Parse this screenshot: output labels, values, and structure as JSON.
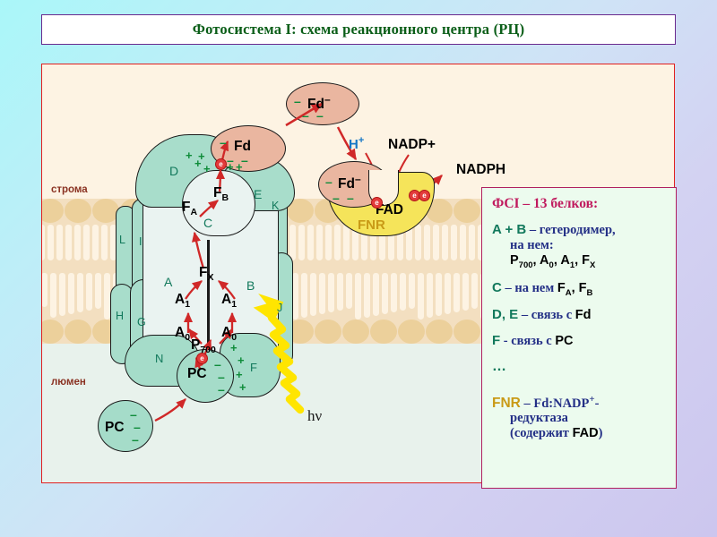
{
  "title": {
    "text": "Фотосистема I: схема реакционного центра (РЦ)"
  },
  "diagram": {
    "zones": {
      "stroma": "строма",
      "lumen": "люмен"
    },
    "subunits": [
      {
        "id": "A",
        "label": "A"
      },
      {
        "id": "B",
        "label": "B"
      },
      {
        "id": "C",
        "label": "C"
      },
      {
        "id": "D",
        "label": "D"
      },
      {
        "id": "E",
        "label": "E"
      },
      {
        "id": "F",
        "label": "F"
      },
      {
        "id": "G",
        "label": "G"
      },
      {
        "id": "H",
        "label": "H"
      },
      {
        "id": "I",
        "label": "I"
      },
      {
        "id": "J",
        "label": "J"
      },
      {
        "id": "K",
        "label": "K"
      },
      {
        "id": "L",
        "label": "L"
      },
      {
        "id": "N",
        "label": "N"
      }
    ],
    "cofactors": {
      "fb": "F",
      "fb_sub": "B",
      "fa": "F",
      "fa_sub": "A",
      "fx": "F",
      "fx_sub": "X",
      "a1_left": "A",
      "a1_left_sub": "1",
      "a1_right": "A",
      "a1_right_sub": "1",
      "a0_left": "A",
      "a0_left_sub": "0",
      "a0_right": "A",
      "a0_right_sub": "0",
      "p700": "P",
      "p700_sub": "700",
      "fad": "FAD"
    },
    "carriers": {
      "fd_bound": "Fd",
      "fd_free": "Fd",
      "fd_fnr": "Fd",
      "fd_charge": "–",
      "pc_bound": "PC",
      "pc_free": "PC",
      "fnr": "FNR"
    },
    "reactants": {
      "proton": "H",
      "proton_charge": "+",
      "nadp": "NADP+",
      "nadph": "NADPH",
      "photon": "hν"
    },
    "charges": {
      "plus": "+",
      "minus": "–"
    },
    "electron_symbol": "e",
    "colors": {
      "subunit_teal": "#a8ddcb",
      "core_pale": "#eaf3f1",
      "ferredoxin_salmon": "#eab6a0",
      "fnr_yellow": "#f5e45a",
      "membrane_head": "#ecd09b",
      "arrow_red": "#d02828",
      "photon_yellow": "#ffe500",
      "label_green": "#12795c"
    }
  },
  "legend": {
    "heading": "ФСI – 13 белков:",
    "lines": [
      {
        "subunit": "A + B",
        "text": "– гетеродимер,",
        "indent": "на нем:",
        "keys": "P700, A0, A1, FX"
      },
      {
        "subunit": "C",
        "text": "– на нем",
        "keys": "FA, FB"
      },
      {
        "subunit": "D, E",
        "text": "– связь с",
        "keys": "Fd"
      },
      {
        "subunit": "F",
        "text": "- связь с",
        "keys": "PC"
      },
      {
        "subunit": "…",
        "text": "",
        "keys": ""
      }
    ],
    "fnr_name": "FNR",
    "fnr_text": "– Fd:NADP",
    "fnr_sup": "+",
    "fnr_text2": "-",
    "fnr_line2": "редуктаза",
    "fnr_line3_open": "(содержит",
    "fnr_cofactor": "FAD",
    "fnr_line3_close": ")"
  }
}
